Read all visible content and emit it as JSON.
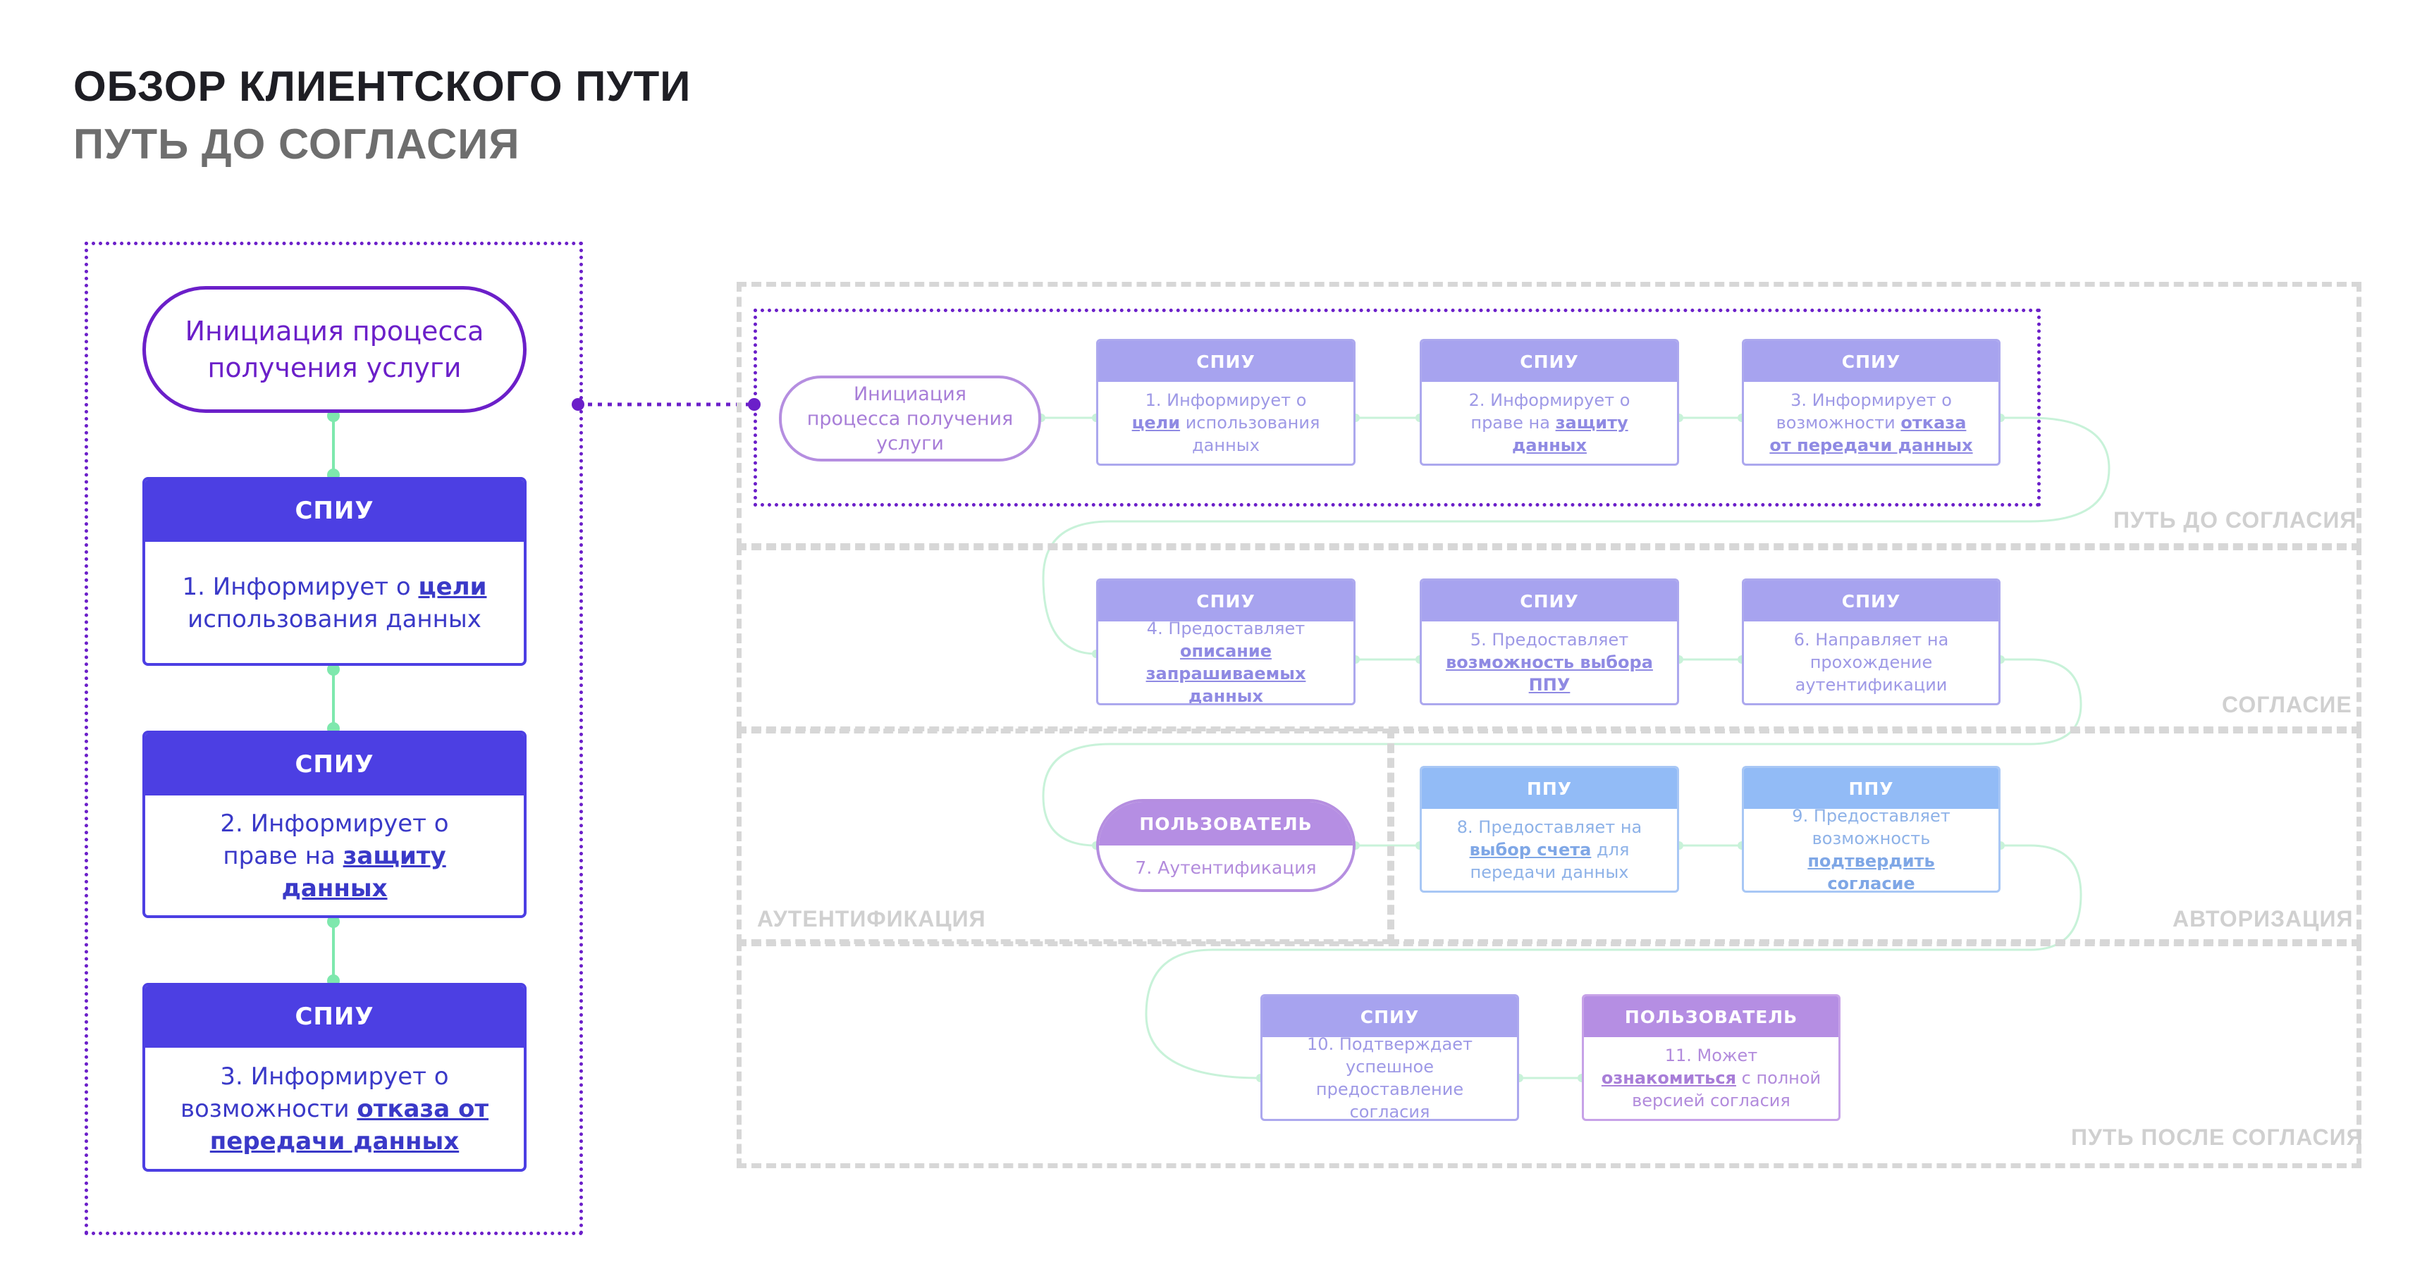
{
  "header": {
    "title": "ОБЗОР КЛИЕНТСКОГО ПУТИ",
    "subtitle": "ПУТЬ ДО СОГЛАСИЯ"
  },
  "zones": {
    "before": "ПУТЬ ДО СОГЛАСИЯ",
    "consent": "СОГЛАСИЕ",
    "auth": "АУТЕНТИФИКАЦИЯ",
    "authorization": "АВТОРИЗАЦИЯ",
    "after": "ПУТЬ ПОСЛЕ СОГЛАСИЯ"
  },
  "zoom": {
    "start": "Инициация процесса получения услуги",
    "step1": {
      "header": "СПИУ",
      "text_pre": "1. Информирует о ",
      "text_bold": "цели",
      "text_post": " использования данных"
    },
    "step2": {
      "header": "СПИУ",
      "text_pre": "2. Информирует о праве на ",
      "text_bold": "защиту данных",
      "text_post": ""
    },
    "step3": {
      "header": "СПИУ",
      "text_pre": "3. Информирует о возможности ",
      "text_bold": "отказа от передачи данных",
      "text_post": ""
    }
  },
  "flow": {
    "start": "Инициация процесса получения услуги",
    "s1": {
      "header": "СПИУ",
      "pre": "1. Информирует о ",
      "bold": "цели",
      "post": " использования данных"
    },
    "s2": {
      "header": "СПИУ",
      "pre": "2. Информирует о праве на ",
      "bold": "защиту данных",
      "post": ""
    },
    "s3": {
      "header": "СПИУ",
      "pre": "3. Информирует о возможности ",
      "bold": "отказа от передачи данных",
      "post": ""
    },
    "s4": {
      "header": "СПИУ",
      "pre": "4. Предоставляет ",
      "bold": "описание запрашиваемых данных",
      "post": ""
    },
    "s5": {
      "header": "СПИУ",
      "pre": "5. Предоставляет ",
      "bold": "возможность выбора ППУ",
      "post": ""
    },
    "s6": {
      "header": "СПИУ",
      "pre": "6. Направляет на прохождение аутентификации",
      "bold": "",
      "post": ""
    },
    "s7": {
      "header": "ПОЛЬЗОВАТЕЛЬ",
      "text": "7. Аутентификация"
    },
    "s8": {
      "header": "ППУ",
      "pre": "8. Предоставляет на ",
      "bold": "выбор счета",
      "post": " для передачи данных"
    },
    "s9": {
      "header": "ППУ",
      "pre": "9. Предоставляет возможность ",
      "bold": "подтвердить согласие",
      "post": ""
    },
    "s10": {
      "header": "СПИУ",
      "pre": "10. Подтверждает успешное предоставление согласия",
      "bold": "",
      "post": ""
    },
    "s11": {
      "header": "ПОЛЬЗОВАТЕЛЬ",
      "pre": "11. Может ",
      "bold": "ознакомиться",
      "post": " с полной версией согласия"
    }
  },
  "colors": {
    "accent": "#6b1fc9",
    "spiu": "#4c3fe3",
    "connector": "#6ee3a0"
  }
}
